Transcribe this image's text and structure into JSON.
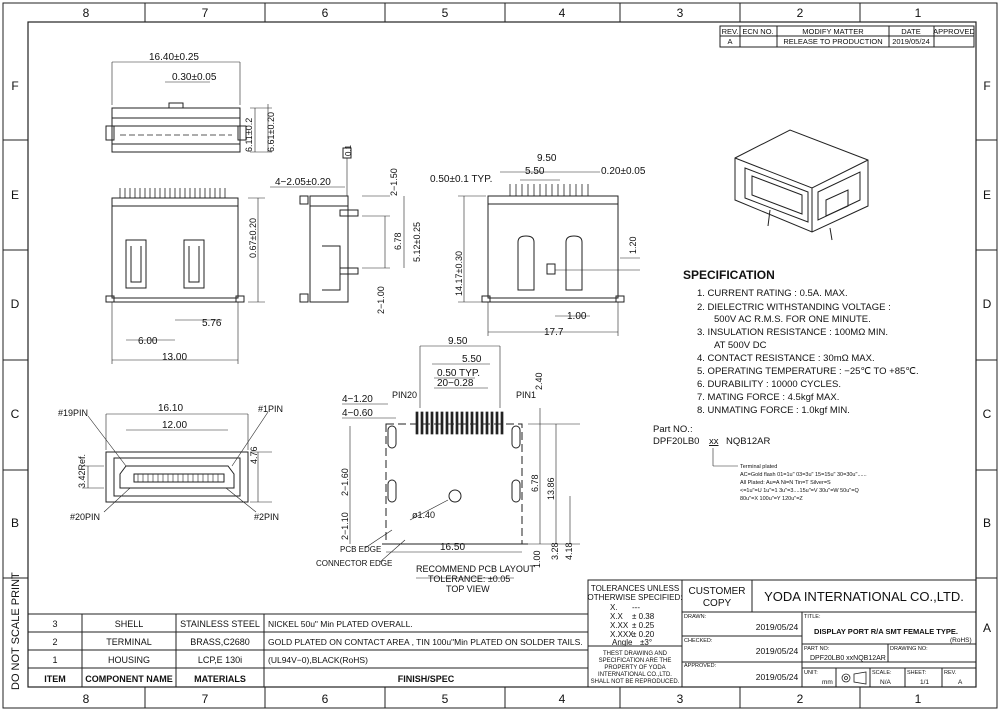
{
  "border": {
    "columns_top": [
      "8",
      "7",
      "6",
      "5",
      "4",
      "3",
      "2",
      "1"
    ],
    "columns_bottom": [
      "8",
      "7",
      "6",
      "5",
      "4",
      "3",
      "2",
      "1"
    ],
    "rows_left": [
      "F",
      "E",
      "D",
      "C",
      "B",
      "A"
    ],
    "rows_right": [
      "F",
      "E",
      "D",
      "C",
      "B",
      "A"
    ],
    "side_note": "DO NOT SCALE PRINT"
  },
  "revision_table": {
    "headers": [
      "REV.",
      "ECN NO.",
      "MODIFY MATTER",
      "DATE",
      "APPROVED"
    ],
    "row": [
      "A",
      "",
      "RELEASE TO PRODUCTION",
      "2019/05/24",
      ""
    ]
  },
  "dims_top_view": {
    "width": "16.40±0.25",
    "pin_gap": "0.30±0.05",
    "h1": "6.11±0.2",
    "h2": "6.61±0.20"
  },
  "dims_front": {
    "h": "0.67±0.20",
    "w1": "5.76",
    "w2": "6.00",
    "w3": "13.00"
  },
  "dims_side": {
    "pitch": "4−2.05±0.20",
    "flat": "0.1",
    "d1": "2−1.50",
    "d2": "6.78",
    "d3": "5.12±0.25",
    "d4": "2−1.00"
  },
  "dims_rear": {
    "typ": "0.50±0.1 TYP.",
    "w1": "9.50",
    "w2": "5.50",
    "pin": "0.20±0.05",
    "h": "14.17±0.30",
    "d1": "1.20",
    "d2": "1.00",
    "w3": "17.7"
  },
  "dims_face": {
    "w1": "16.10",
    "w2": "12.00",
    "h1": "3.42Ref.",
    "h2": "4.76",
    "pin19": "#19PIN",
    "pin1": "#1PIN",
    "pin20": "#20PIN",
    "pin2": "#2PIN"
  },
  "pcb_layout": {
    "w1": "9.50",
    "w2": "5.50",
    "typ": "0.50  TYP.",
    "pins": "20−0.28",
    "d_top": "2.40",
    "left1": "4−1.20",
    "left2": "4−0.60",
    "pin20": "PIN20",
    "pin1": "PIN1",
    "h1": "2−1.60",
    "h2": "2−1.10",
    "hole": "ø1.40",
    "w_bottom": "16.50",
    "r1": "6.78",
    "r2": "13.86",
    "r3": "3.28",
    "r4": "4.18",
    "r5": "1.00",
    "pcb_edge": "PCB EDGE",
    "connector_edge": "CONNECTOR EDGE",
    "title": "RECOMMEND PCB LAYOUT",
    "tolerance": "TOLERANCE: ±0.05",
    "view": "TOP VIEW"
  },
  "specification": {
    "title": "SPECIFICATION",
    "items": [
      "1. CURRENT RATING : 0.5A. MAX.",
      "2. DIELECTRIC WITHSTANDING VOLTAGE :",
      "500V AC R.M.S. FOR ONE MINUTE.",
      "3. INSULATION RESISTANCE : 100MΩ   MIN.",
      "AT 500V DC",
      "4. CONTACT RESISTANCE : 30mΩ    MAX.",
      "5. OPERATING TEMPERATURE : −25℃ TO +85℃.",
      "6. DURABILITY : 10000 CYCLES.",
      "7. MATING FORCE : 4.5kgf MAX.",
      "8. UNMATING FORCE : 1.0kgf MIN."
    ]
  },
  "part_no": {
    "label": "Part NO.:",
    "prefix": "DPF20LB0",
    "code": "xx",
    "suffix": "NQB12AR",
    "plating_title": "Terminal plated",
    "plating_lines": [
      "AC=Gold flash 01=1u\" 03=3u\" 15=15u\" 30=30u\"......",
      "All Plated: Au=A Ni=N Tin=T Silver=S",
      "<=1u\"=U 1u\"=1 3u\"=3....15u\"=V 30u\"=W 50u\"=Q",
      "80u\"=X 100u\"=Y 120u\"=Z"
    ]
  },
  "bom": {
    "headers": [
      "ITEM",
      "COMPONENT NAME",
      "MATERIALS",
      "FINISH/SPEC"
    ],
    "rows": [
      [
        "3",
        "SHELL",
        "STAINLESS STEEL",
        "NICKEL 50u\" Min PLATED OVERALL."
      ],
      [
        "2",
        "TERMINAL",
        "BRASS,C2680",
        "GOLD PLATED ON  CONTACT AREA , TIN 100u\"Min PLATED ON SOLDER TAILS."
      ],
      [
        "1",
        "HOUSING",
        "LCP,E 130i",
        "(UL94V−0),BLACK(RoHS)"
      ]
    ]
  },
  "tolerances": {
    "title1": "TOLERANCES UNLESS",
    "title2": "OTHERWISE SPECIFIED:",
    "rows": [
      [
        "X.",
        "---"
      ],
      [
        "X.X",
        "± 0.38"
      ],
      [
        "X.XX",
        "± 0.25"
      ],
      [
        "X.XXX",
        "± 0.20"
      ],
      [
        "Angle",
        "±3°"
      ]
    ],
    "notice": [
      "THEST DRAWING AND",
      "SPECIFICATION ARE THE",
      "PROPERTY OF YODA",
      "INTERNATIONAL CO.,LTD.",
      "SHALL NOT BE REPRODUCED."
    ]
  },
  "title_block": {
    "customer": "CUSTOMER",
    "copy": "COPY",
    "company": "YODA INTERNATIONAL CO.,LTD.",
    "drawn_label": "DRAWN:",
    "checked_label": "CHECKED:",
    "approved_label": "APPROVED:",
    "drawn_date": "2019/05/24",
    "checked_date": "2019/05/24",
    "approved_date": "2019/05/24",
    "title_label": "TITLE:",
    "title": "DISPLAY PORT R/A SMT FEMALE TYPE.",
    "rohs": "(RoHS)",
    "part_no_label": "PART NO:",
    "part_no": "DPF20LB0 xxNQB12AR",
    "drawing_no_label": "DRAWING NO:",
    "unit_label": "UNIT:",
    "unit": "mm",
    "scale_label": "SCALE:",
    "scale": "N/A",
    "sheet_label": "SHEET:",
    "sheet": "1/1",
    "rev_label": "REV.",
    "rev": "A"
  }
}
